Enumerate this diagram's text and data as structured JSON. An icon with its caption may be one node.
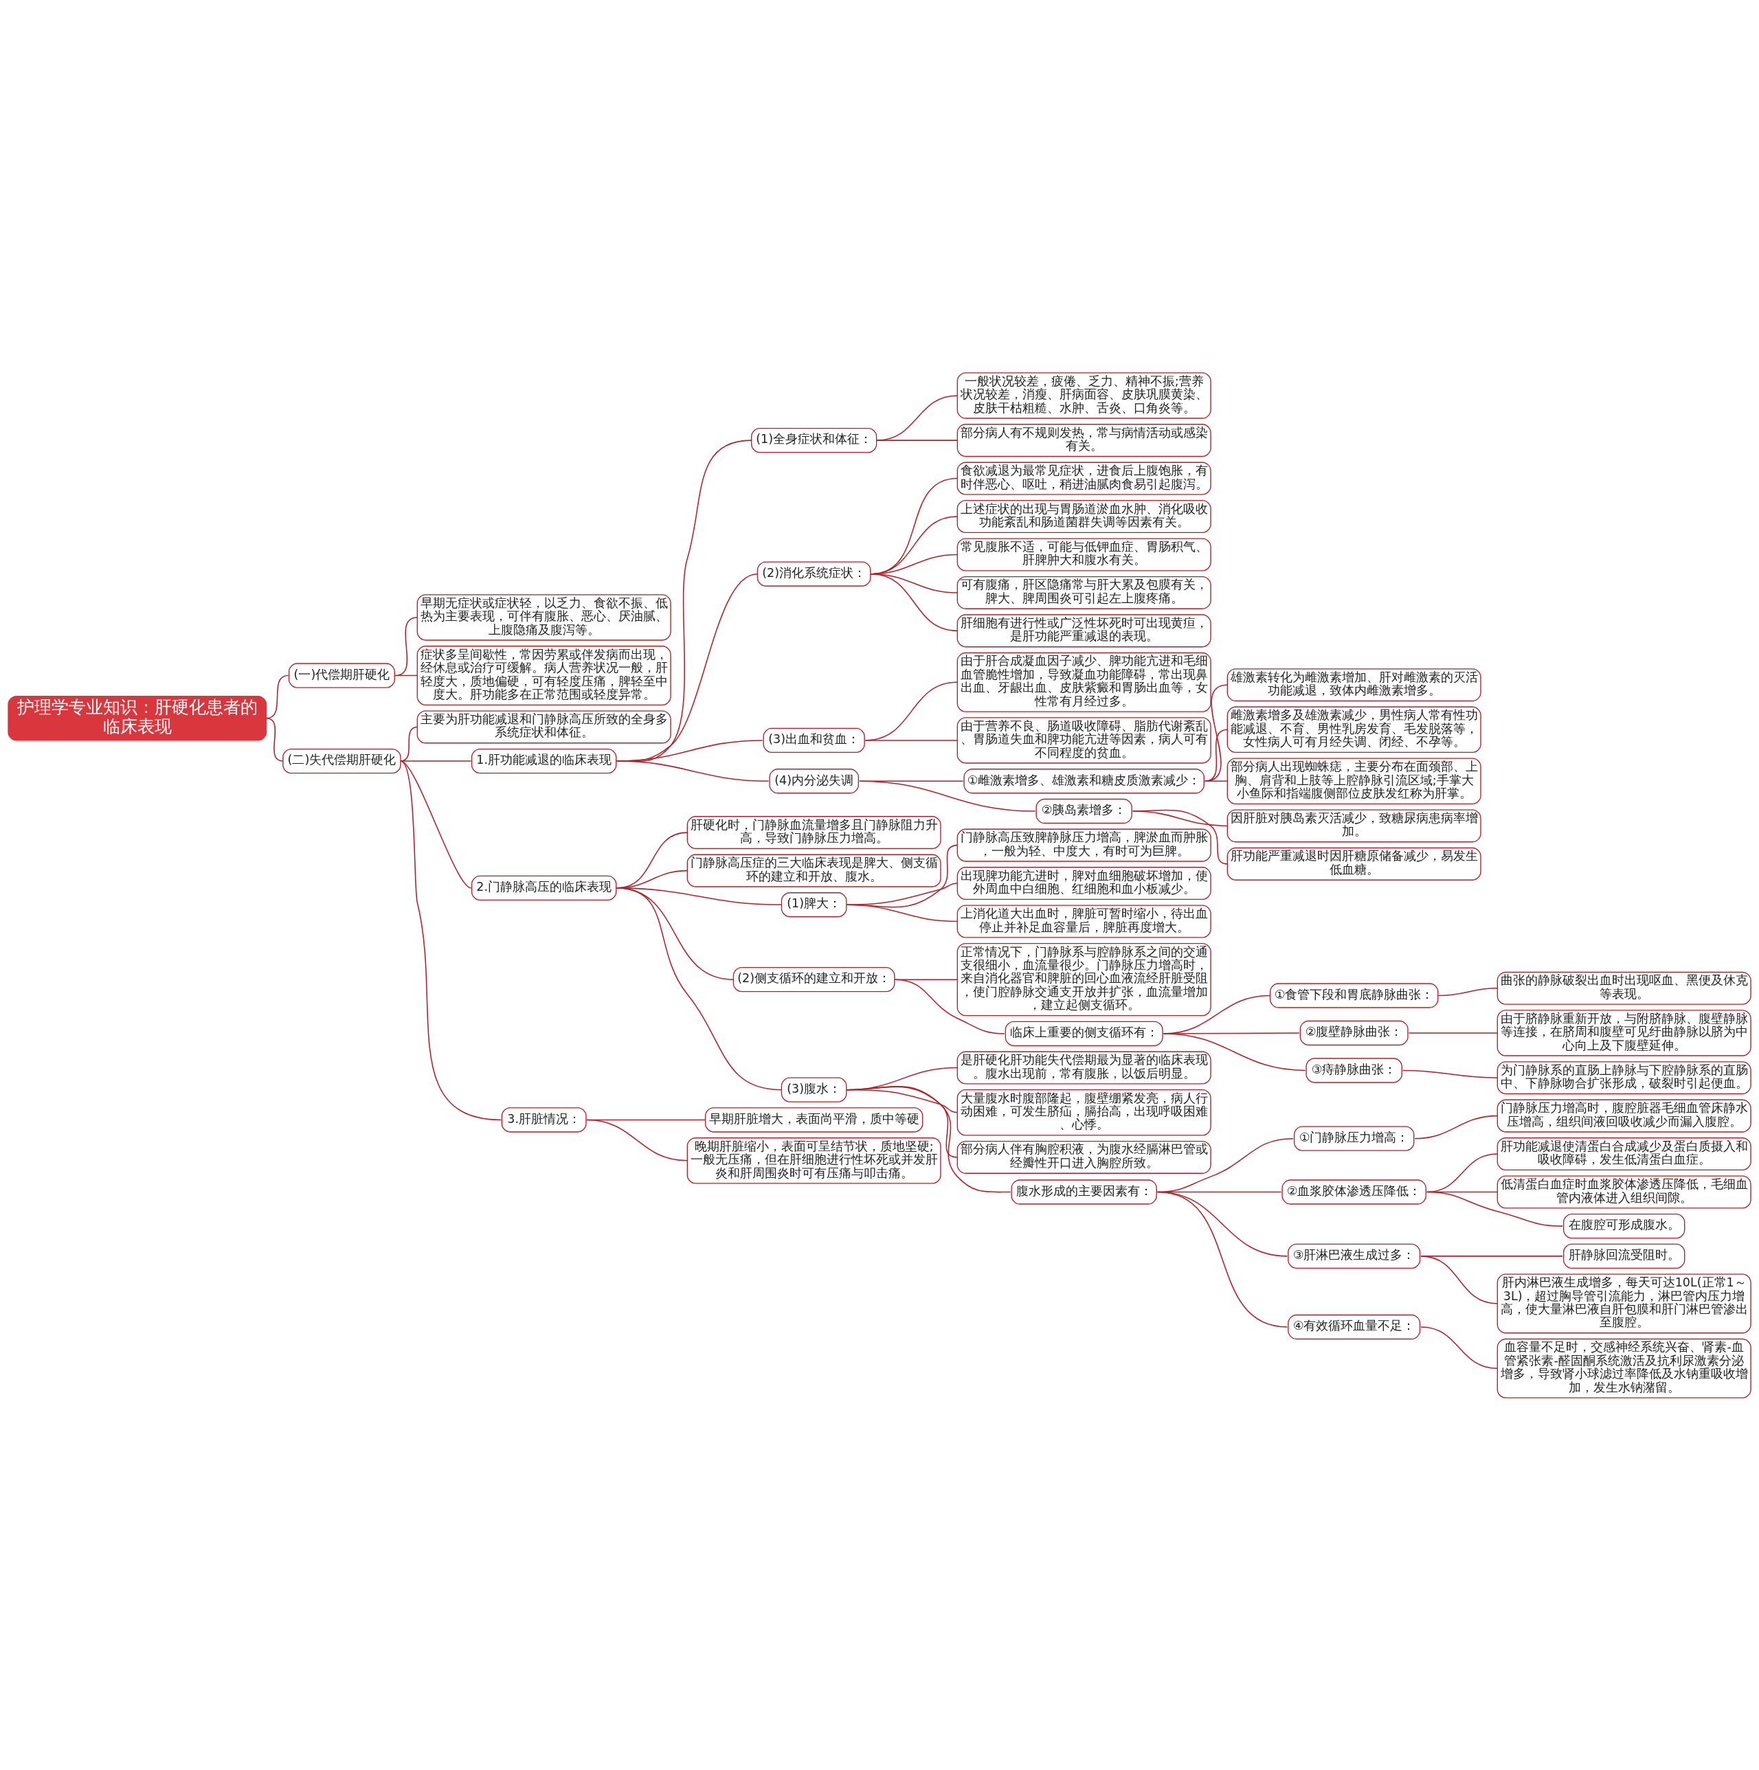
{
  "diagram": {
    "nodes": [
      {
        "text": [
          "护理学专业知识：肝硬化患者的临床表现"
        ]
      },
      {
        "text": [
          "(一)代偿期肝硬化"
        ]
      },
      {
        "text": [
          "早期无症状或症状轻，以乏力、食欲不振、低热为主要表现，可伴有腹胀、恶心、厌油腻、上腹隐痛及腹泻等。"
        ]
      },
      {
        "text": [
          "症状多呈间歇性，常因劳累或伴发病而出现，经休息或治疗可缓解。病人营养状况一般，肝轻度大，质地偏硬，可有轻度压痛，脾轻至中度大。肝功能多在正常范围或轻度异常。"
        ]
      },
      {
        "text": [
          "(二)失代偿期肝硬化"
        ]
      },
      {
        "text": [
          "主要为肝功能减退和门静脉高压所致的全身多系统症状和体征。"
        ]
      },
      {
        "text": [
          "1.肝功能减退的临床表现"
        ]
      },
      {
        "text": [
          "(1)全身症状和体征："
        ]
      },
      {
        "text": [
          "一般状况较差，疲倦、乏力、精神不振;营养状况较差，消瘦、肝病面容、皮肤巩膜黄染、皮肤干枯粗糙、水肿、舌炎、口角炎等。"
        ]
      },
      {
        "text": [
          "部分病人有不规则发热，常与病情活动或感染有关。"
        ]
      },
      {
        "text": [
          "(2)消化系统症状："
        ]
      },
      {
        "text": [
          "食欲减退为最常见症状，进食后上腹饱胀，有时伴恶心、呕吐，稍进油腻肉食易引起腹泻。"
        ]
      },
      {
        "text": [
          "上述症状的出现与胃肠道淤血水肿、消化吸收功能紊乱和肠道菌群失调等因素有关。"
        ]
      },
      {
        "text": [
          "常见腹胀不适，可能与低钾血症、胃肠积气、肝脾肿大和腹水有关。"
        ]
      },
      {
        "text": [
          "可有腹痛，肝区隐痛常与肝大累及包膜有关，脾大、脾周围炎可引起左上腹疼痛。"
        ]
      },
      {
        "text": [
          "肝细胞有进行性或广泛性坏死时可出现黄疸，是肝功能严重减退的表现。"
        ]
      },
      {
        "text": [
          "(3)出血和贫血："
        ]
      },
      {
        "text": [
          "由于肝合成凝血因子减少、脾功能亢进和毛细血管脆性增加，导致凝血功能障碍，常出现鼻出血、牙龈出血、皮肤紫癜和胃肠出血等，女性常有月经过多。"
        ]
      },
      {
        "text": [
          "由于营养不良、肠道吸收障碍、脂肪代谢紊乱、胃肠道失血和脾功能亢进等因素，病人可有不同程度的贫血。"
        ]
      },
      {
        "text": [
          "(4)内分泌失调"
        ]
      },
      {
        "text": [
          "①雌激素增多、雄激素和糖皮质激素减少："
        ]
      },
      {
        "text": [
          "雄激素转化为雌激素增加、肝对雌激素的灭活功能减退，致体内雌激素增多。"
        ]
      },
      {
        "text": [
          "雌激素增多及雄激素减少，男性病人常有性功能减退、不育、男性乳房发育、毛发脱落等，女性病人可有月经失调、闭经、不孕等。"
        ]
      },
      {
        "text": [
          "部分病人出现蜘蛛痣，主要分布在面颈部、上胸、肩背和上肢等上腔静脉引流区域;手掌大小鱼际和指端腹侧部位皮肤发红称为肝掌。"
        ]
      },
      {
        "text": [
          "②胰岛素增多："
        ]
      },
      {
        "text": [
          "因肝脏对胰岛素灭活减少，致糖尿病患病率增加。"
        ]
      },
      {
        "text": [
          "肝功能严重减退时因肝糖原储备减少，易发生低血糖。"
        ]
      },
      {
        "text": [
          "2.门静脉高压的临床表现"
        ]
      },
      {
        "text": [
          "肝硬化时，门静脉血流量增多且门静脉阻力升高，导致门静脉压力增高。"
        ]
      },
      {
        "text": [
          "门静脉高压症的三大临床表现是脾大、侧支循环的建立和开放、腹水。"
        ]
      },
      {
        "text": [
          "(1)脾大："
        ]
      },
      {
        "text": [
          "门静脉高压致脾静脉压力增高，脾淤血而肿胀，一般为轻、中度大，有时可为巨脾。"
        ]
      },
      {
        "text": [
          "出现脾功能亢进时，脾对血细胞破坏增加，使外周血中白细胞、红细胞和血小板减少。"
        ]
      },
      {
        "text": [
          "上消化道大出血时，脾脏可暂时缩小，待出血停止并补足血容量后，脾脏再度增大。"
        ]
      },
      {
        "text": [
          "(2)侧支循环的建立和开放："
        ]
      },
      {
        "text": [
          "正常情况下，门静脉系与腔静脉系之间的交通支很细小，血流量很少。门静脉压力增高时，来自消化器官和脾脏的回心血液流经肝脏受阻，使门腔静脉交通支开放并扩张，血流量增加，建立起侧支循环。"
        ]
      },
      {
        "text": [
          "临床上重要的侧支循环有："
        ]
      },
      {
        "text": [
          "①食管下段和胃底静脉曲张："
        ]
      },
      {
        "text": [
          "曲张的静脉破裂出血时出现呕血、黑便及休克等表现。"
        ]
      },
      {
        "text": [
          "②腹壁静脉曲张："
        ]
      },
      {
        "text": [
          "由于脐静脉重新开放，与附脐静脉、腹壁静脉等连接，在脐周和腹壁可见纡曲静脉以脐为中心向上及下腹壁延伸。"
        ]
      },
      {
        "text": [
          "③痔静脉曲张："
        ]
      },
      {
        "text": [
          "为门静脉系的直肠上静脉与下腔静脉系的直肠中、下静脉吻合扩张形成，破裂时引起便血。"
        ]
      },
      {
        "text": [
          "(3)腹水："
        ]
      },
      {
        "text": [
          "是肝硬化肝功能失代偿期最为显著的临床表现。腹水出现前，常有腹胀，以饭后明显。"
        ]
      },
      {
        "text": [
          "大量腹水时腹部隆起，腹壁绷紧发亮，病人行动困难，可发生脐疝，膈抬高，出现呼吸困难、心悸。"
        ]
      },
      {
        "text": [
          "部分病人伴有胸腔积液，为腹水经膈淋巴管或经瓣性开口进入胸腔所致。"
        ]
      },
      {
        "text": [
          "腹水形成的主要因素有："
        ]
      },
      {
        "text": [
          "①门静脉压力增高："
        ]
      },
      {
        "text": [
          "门静脉压力增高时，腹腔脏器毛细血管床静水压增高，组织间液回吸收减少而漏入腹腔。"
        ]
      },
      {
        "text": [
          "②血浆胶体渗透压降低："
        ]
      },
      {
        "text": [
          "肝功能减退使清蛋白合成减少及蛋白质摄入和吸收障碍，发生低清蛋白血症。"
        ]
      },
      {
        "text": [
          "低清蛋白血症时血浆胶体渗透压降低，毛细血管内液体进入组织间隙。"
        ]
      },
      {
        "text": [
          "在腹腔可形成腹水。"
        ]
      },
      {
        "text": [
          "③肝淋巴液生成过多："
        ]
      },
      {
        "text": [
          "肝静脉回流受阻时。"
        ]
      },
      {
        "text": [
          "肝内淋巴液生成增多，每天可达10L(正常1～3L)，超过胸导管引流能力，淋巴管内压力增高，使大量淋巴液自肝包膜和肝门淋巴管渗出至腹腔。"
        ]
      },
      {
        "text": [
          "④有效循环血量不足："
        ]
      },
      {
        "text": [
          "血容量不足时，交感神经系统兴奋、肾素-血管紧张素-醛固酮系统激活及抗利尿激素分泌增多，导致肾小球滤过率降低及水钠重吸收增加，发生水钠潴留。"
        ]
      },
      {
        "text": [
          "3.肝脏情况："
        ]
      },
      {
        "text": [
          "早期肝脏增大，表面尚平滑，质中等硬"
        ]
      },
      {
        "text": [
          "晚期肝脏缩小，表面可呈结节状，质地坚硬;一般无压痛，但在肝细胞进行性坏死或并发肝炎和肝周围炎时可有压痛与叩击痛。"
        ]
      }
    ],
    "edges": [
      {
        "from": 0,
        "to": 1,
        "arrow": "none"
      },
      {
        "from": 1,
        "to": 2,
        "arrow": "none"
      },
      {
        "from": 1,
        "to": 3,
        "arrow": "none"
      },
      {
        "from": 0,
        "to": 4,
        "arrow": "none"
      },
      {
        "from": 4,
        "to": 5,
        "arrow": "none"
      },
      {
        "from": 4,
        "to": 6,
        "arrow": "none"
      },
      {
        "from": 6,
        "to": 7,
        "arrow": "none"
      },
      {
        "from": 7,
        "to": 8,
        "arrow": "none"
      },
      {
        "from": 7,
        "to": 9,
        "arrow": "none"
      },
      {
        "from": 6,
        "to": 10,
        "arrow": "none"
      },
      {
        "from": 10,
        "to": 11,
        "arrow": "none"
      },
      {
        "from": 10,
        "to": 12,
        "arrow": "none"
      },
      {
        "from": 10,
        "to": 13,
        "arrow": "none"
      },
      {
        "from": 10,
        "to": 14,
        "arrow": "none"
      },
      {
        "from": 10,
        "to": 15,
        "arrow": "none"
      },
      {
        "from": 6,
        "to": 16,
        "arrow": "none"
      },
      {
        "from": 16,
        "to": 17,
        "arrow": "none"
      },
      {
        "from": 16,
        "to": 18,
        "arrow": "none"
      },
      {
        "from": 6,
        "to": 19,
        "arrow": "none"
      },
      {
        "from": 19,
        "to": 20,
        "arrow": "none"
      },
      {
        "from": 20,
        "to": 21,
        "arrow": "none"
      },
      {
        "from": 20,
        "to": 22,
        "arrow": "none"
      },
      {
        "from": 20,
        "to": 23,
        "arrow": "none"
      },
      {
        "from": 19,
        "to": 24,
        "arrow": "none"
      },
      {
        "from": 24,
        "to": 25,
        "arrow": "none"
      },
      {
        "from": 24,
        "to": 26,
        "arrow": "none"
      },
      {
        "from": 4,
        "to": 27,
        "arrow": "none"
      },
      {
        "from": 27,
        "to": 28,
        "arrow": "none"
      },
      {
        "from": 27,
        "to": 29,
        "arrow": "none"
      },
      {
        "from": 27,
        "to": 30,
        "arrow": "none"
      },
      {
        "from": 30,
        "to": 31,
        "arrow": "none"
      },
      {
        "from": 30,
        "to": 32,
        "arrow": "none"
      },
      {
        "from": 30,
        "to": 33,
        "arrow": "none"
      },
      {
        "from": 27,
        "to": 34,
        "arrow": "none"
      },
      {
        "from": 34,
        "to": 35,
        "arrow": "none"
      },
      {
        "from": 34,
        "to": 36,
        "arrow": "none"
      },
      {
        "from": 36,
        "to": 37,
        "arrow": "none"
      },
      {
        "from": 37,
        "to": 38,
        "arrow": "none"
      },
      {
        "from": 36,
        "to": 39,
        "arrow": "none"
      },
      {
        "from": 39,
        "to": 40,
        "arrow": "none"
      },
      {
        "from": 36,
        "to": 41,
        "arrow": "none"
      },
      {
        "from": 41,
        "to": 42,
        "arrow": "none"
      },
      {
        "from": 27,
        "to": 43,
        "arrow": "none"
      },
      {
        "from": 43,
        "to": 44,
        "arrow": "none"
      },
      {
        "from": 43,
        "to": 45,
        "arrow": "none"
      },
      {
        "from": 43,
        "to": 46,
        "arrow": "none"
      },
      {
        "from": 43,
        "to": 47,
        "arrow": "none"
      },
      {
        "from": 47,
        "to": 48,
        "arrow": "none"
      },
      {
        "from": 48,
        "to": 49,
        "arrow": "none"
      },
      {
        "from": 47,
        "to": 50,
        "arrow": "none"
      },
      {
        "from": 50,
        "to": 51,
        "arrow": "none"
      },
      {
        "from": 50,
        "to": 52,
        "arrow": "none"
      },
      {
        "from": 50,
        "to": 53,
        "arrow": "none"
      },
      {
        "from": 47,
        "to": 54,
        "arrow": "none"
      },
      {
        "from": 54,
        "to": 55,
        "arrow": "none"
      },
      {
        "from": 54,
        "to": 56,
        "arrow": "none"
      },
      {
        "from": 47,
        "to": 57,
        "arrow": "none"
      },
      {
        "from": 57,
        "to": 58,
        "arrow": "none"
      },
      {
        "from": 4,
        "to": 59,
        "arrow": "none"
      },
      {
        "from": 59,
        "to": 60,
        "arrow": "none"
      },
      {
        "from": 59,
        "to": 61,
        "arrow": "none"
      }
    ]
  }
}
